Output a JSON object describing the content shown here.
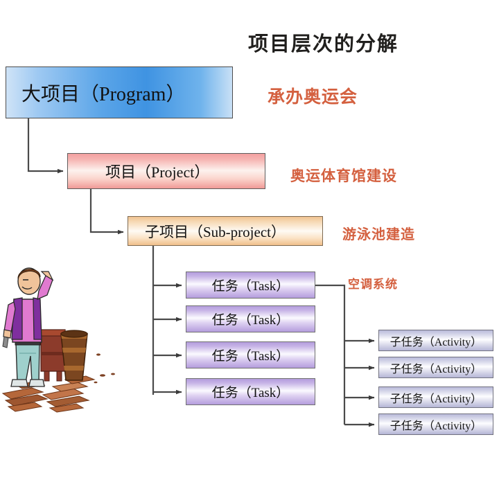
{
  "title": "项目层次的分解",
  "theme": {
    "background": "#ffffff",
    "annotation_color": "#d4603f",
    "title_color": "#201f1d",
    "connector_color": "#4a4a4a",
    "shadow_color": "#8a8a8a",
    "program_fill": "#3f93e2",
    "project_fill": "#f3a0a0",
    "subproject_fill": "#f0c391",
    "task_fill": "#b49ddd",
    "activity_fill": "#b9bada"
  },
  "nodes": {
    "program": {
      "label": "大项目（Program）"
    },
    "project": {
      "label": "项目（Project）"
    },
    "subproject": {
      "label": "子项目（Sub-project）"
    },
    "tasks": [
      {
        "label": "任务（Task）"
      },
      {
        "label": "任务（Task）"
      },
      {
        "label": "任务（Task）"
      },
      {
        "label": "任务（Task）"
      }
    ],
    "activities": [
      {
        "label": "子任务（Activity）"
      },
      {
        "label": "子任务（Activity）"
      },
      {
        "label": "子任务（Activity）"
      },
      {
        "label": "子任务（Activity）"
      }
    ]
  },
  "annotations": [
    {
      "text": "承办奥运会"
    },
    {
      "text": "奥运体育馆建设"
    },
    {
      "text": "游泳池建造"
    },
    {
      "text": "空调系统"
    }
  ],
  "illustration": {
    "name": "confused-worker-with-barrel-and-planks"
  }
}
